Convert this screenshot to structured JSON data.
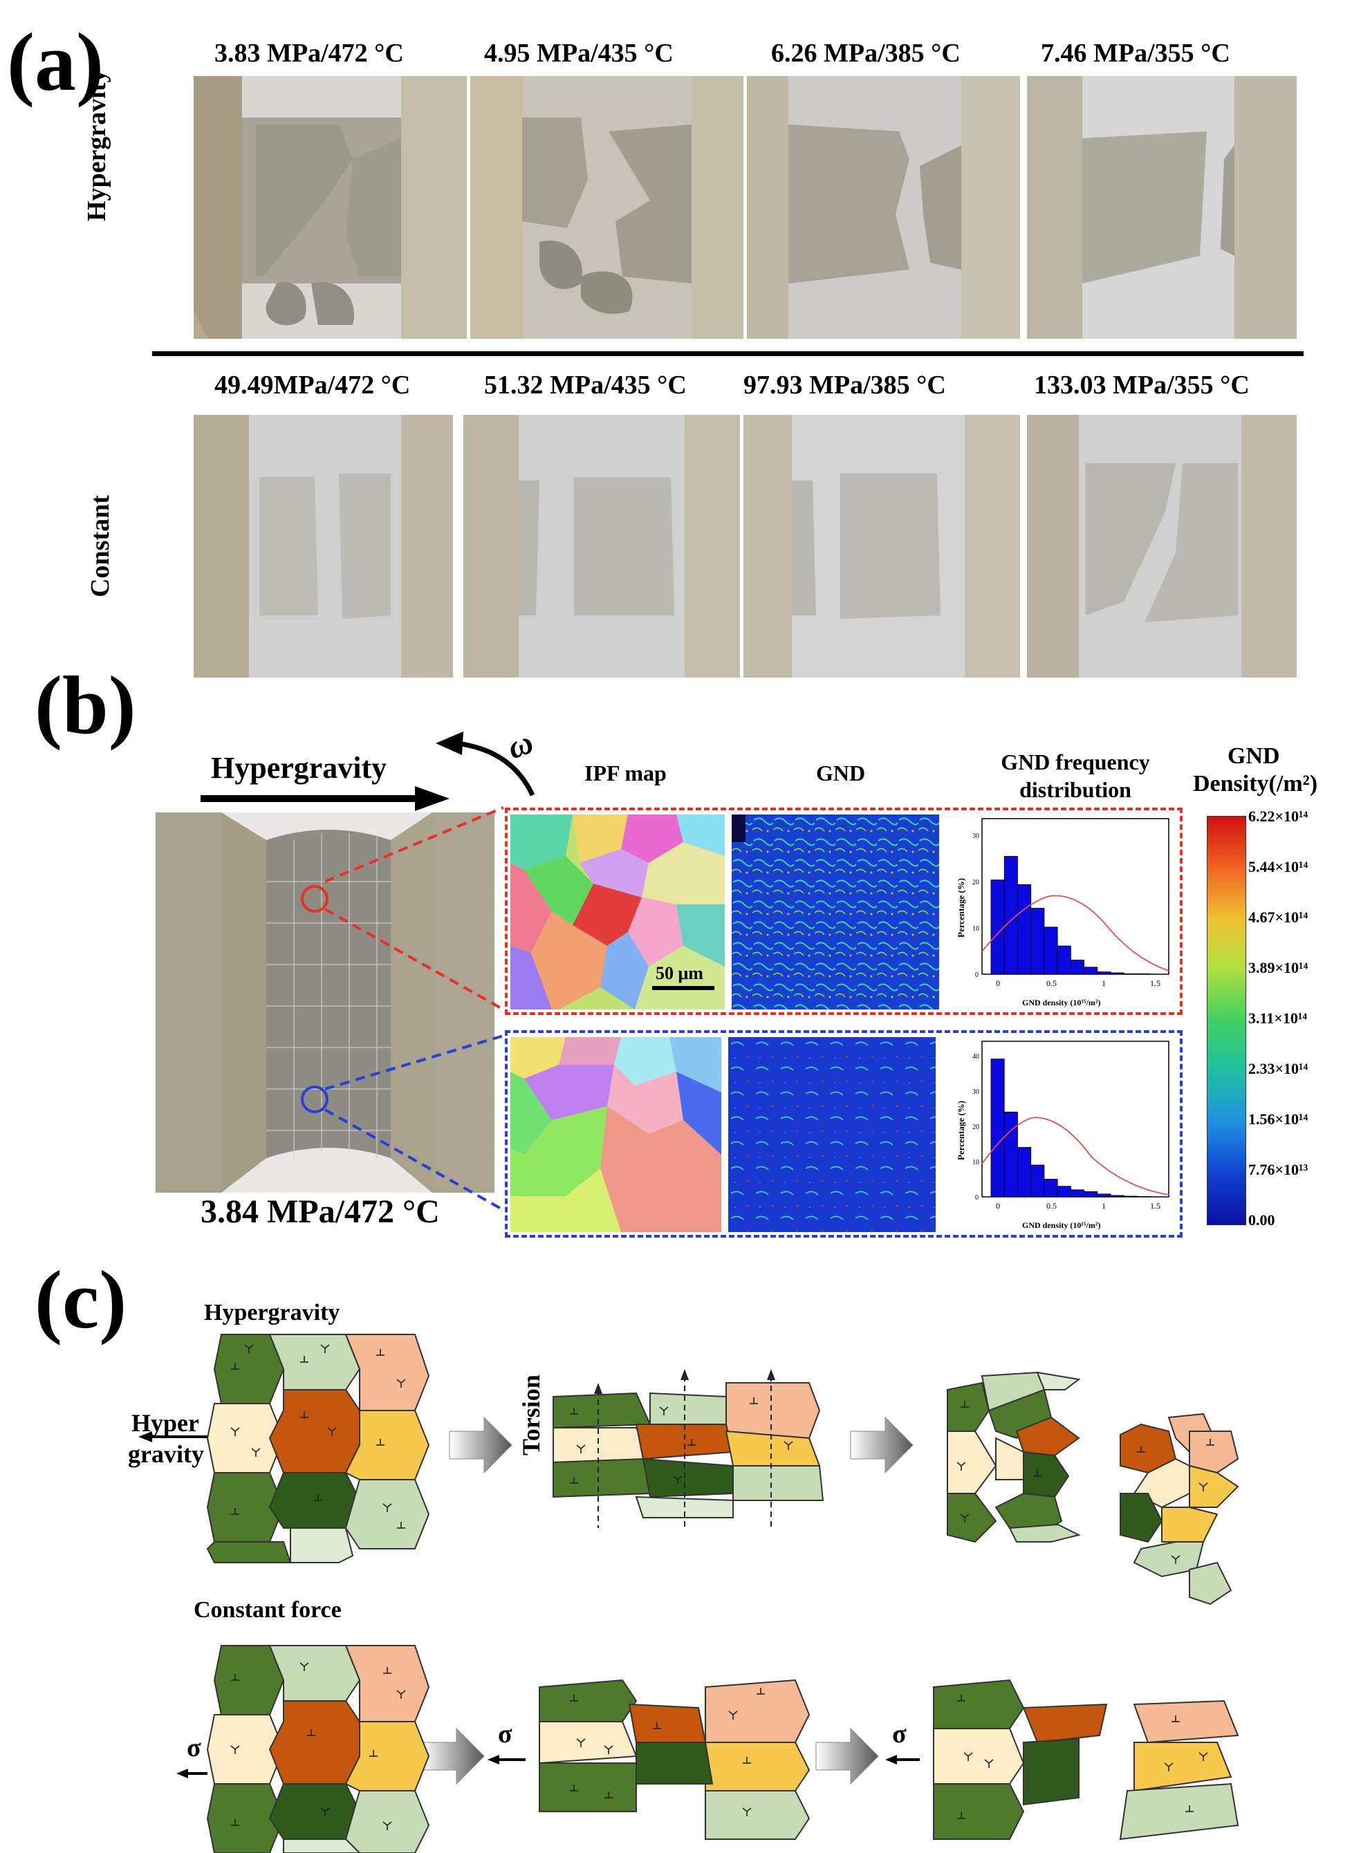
{
  "panel_a": {
    "letter": "(a)",
    "rows": [
      {
        "label": "Hypergravity",
        "captions": [
          "3.83 MPa/472 °C",
          "4.95 MPa/435 °C",
          "6.26 MPa/385 °C",
          "7.46 MPa/355 °C"
        ]
      },
      {
        "label": "Constant",
        "captions": [
          "49.49MPa/472 °C",
          "51.32 MPa/435 °C",
          "97.93 MPa/385 °C",
          "133.03 MPa/355 °C"
        ]
      }
    ]
  },
  "panel_b": {
    "letter": "(b)",
    "arrow_label": "Hypergravity",
    "omega": "ω",
    "specimen_caption": "3.84 MPa/472 °C",
    "col_headers": [
      "IPF map",
      "GND",
      "GND frequency distribution"
    ],
    "scale_bar": "50 μm",
    "colorbar_title_1": "GND",
    "colorbar_title_2": "Density(/m²)",
    "colorbar_ticks": [
      "6.22×10¹⁴",
      "5.44×10¹⁴",
      "4.67×10¹⁴",
      "3.89×10¹⁴",
      "3.11×10¹⁴",
      "2.33×10¹⁴",
      "1.56×10¹⁴",
      "7.76×10¹³",
      "0.00"
    ],
    "hist_ylabel": "Percentage (%)",
    "hist_xlabel": "GND density (10¹⁵/m²)",
    "hist_xticks": [
      "0",
      "0.5",
      "1",
      "1.5"
    ],
    "hist_red_yticks": [
      "0",
      "10",
      "20",
      "30"
    ],
    "hist_blue_yticks": [
      "0",
      "10",
      "20",
      "30",
      "40"
    ],
    "hist_red_values": [
      20,
      25,
      19,
      14,
      10,
      6,
      3,
      1.5,
      0.5,
      0.3,
      0.1,
      0.1
    ],
    "hist_blue_values": [
      39,
      24,
      14,
      9,
      5,
      3,
      2,
      1.5,
      0.8,
      0.4,
      0.2,
      0.1
    ],
    "colors": {
      "red_frame": "#e8302a",
      "blue_frame": "#2a3fd6",
      "bar": "#0a0ae0",
      "fit": "#e84a4a"
    }
  },
  "panel_c": {
    "letter": "(c)",
    "hyper_title": "Hypergravity",
    "hyper_label_1": "Hyper",
    "hyper_label_2": "gravity",
    "torsion": "Torsion",
    "constant_title": "Constant force",
    "sigma": "σ",
    "colors": {
      "dark_green": "#4f7a2c",
      "mid_green": "#3e6a22",
      "light_green": "#c5dcb6",
      "pale_green": "#dcebd2",
      "orange": "#c4560e",
      "peach": "#f5b994",
      "cream": "#fcecc8",
      "gold": "#f6c84c",
      "deep_green": "#2f5a1c"
    }
  }
}
